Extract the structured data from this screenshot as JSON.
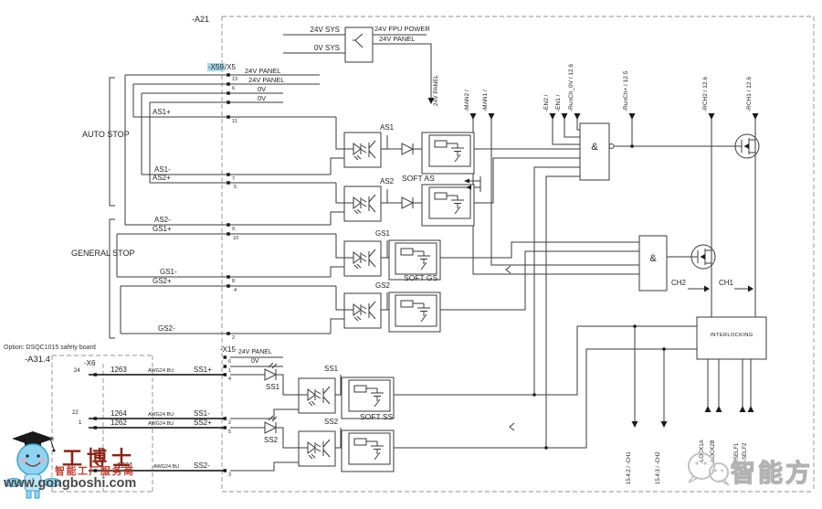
{
  "colors": {
    "highlight": "#a9d7ea",
    "brand_red": "#8c2318",
    "brand_light_red": "#c23b2a",
    "brand_gray": "#4a4a4a",
    "watermark_gray": "#b2b2b2",
    "line": "#3a3a3a"
  },
  "frame": {
    "a21": "-A21"
  },
  "power": {
    "in_24v": "24V SYS",
    "in_0v": "0V SYS",
    "out_fpu": "24V FPU POWER",
    "out_panel": "24V PANEL",
    "drop_panel": "24V PANEL"
  },
  "x59": {
    "label": "-X59",
    "suffix": "/X5",
    "row_panel1": "24V PANEL",
    "row_panel2": "24V PANEL",
    "row_0v1": "0V",
    "row_0v2": "0V",
    "pins": [
      "13",
      "6",
      "11",
      "7",
      "5",
      "9",
      "10",
      "8",
      "4",
      "2"
    ]
  },
  "stops": {
    "auto": "AUTO STOP",
    "general": "GENERAL STOP"
  },
  "left_signals": {
    "as1p": "AS1+",
    "as1m": "AS1-",
    "as2p": "AS2+",
    "as2m": "AS2-",
    "gs1p": "GS1+",
    "gs1m": "GS1-",
    "gs2p": "GS2+",
    "gs2m": "GS2-"
  },
  "testpoints": {
    "as1": "AS1",
    "as2": "AS2",
    "gs1": "GS1",
    "gs2": "GS2",
    "ss1": "SS1",
    "ss2": "SS2"
  },
  "filters": {
    "as": "SOFT AS",
    "gs": "SOFT GS",
    "ss": "SOFT SS"
  },
  "gates": {
    "and1": "&",
    "and2": "&"
  },
  "channels": {
    "ch1": "CH1",
    "ch2": "CH2"
  },
  "interlock": {
    "label": "INTERLOCKING"
  },
  "top_signals": {
    "man2": "-MAN2 /",
    "man1": "-MAN1 /",
    "en2": "-EN2 /",
    "en1": "-EN1 /",
    "runch0v": "-RunCh_0V / 12.6",
    "runchp": "-RunCh+ / 12.5",
    "rch2": "-RCH2 / 12.6",
    "rch1": "-RCH1 / 12.6"
  },
  "bottom_signals": {
    "ch1": "15.4:2 / -CH1",
    "ch2": "15.4:3 / -CH2",
    "lock1a": "-LOCK1A",
    "lock2b": "-LOCK2B",
    "self1": "-SELF1",
    "self2": "-SELF2"
  },
  "option": {
    "text": "Option: DSQC1015 safety board",
    "a314": "-A31.4",
    "x6": "-X6",
    "x6_pins": [
      "24",
      "22",
      "1"
    ],
    "x15": "-X15",
    "x15_panel": "24V PANEL",
    "x15_0v": "0V",
    "x15_pins": [
      "6",
      "1",
      "4",
      "2",
      "5",
      "3"
    ],
    "wires": [
      {
        "num": "1263",
        "awg": "AWG24 BU",
        "sig": "SS1+"
      },
      {
        "num": "1264",
        "awg": "AWG24 BU",
        "sig": "SS1-"
      },
      {
        "num": "1262",
        "awg": "AWG24 BU",
        "sig": "SS2+"
      },
      {
        "num": "1261",
        "awg": "AWG24 BU",
        "sig": "SS2-"
      }
    ],
    "led1": "SS1",
    "led2": "SS2"
  },
  "branding": {
    "reg": "®",
    "title": "工博士",
    "subtitle": "智能工厂服务商",
    "url": "www.gongboshi.com"
  },
  "watermark": {
    "text": "智能方"
  }
}
